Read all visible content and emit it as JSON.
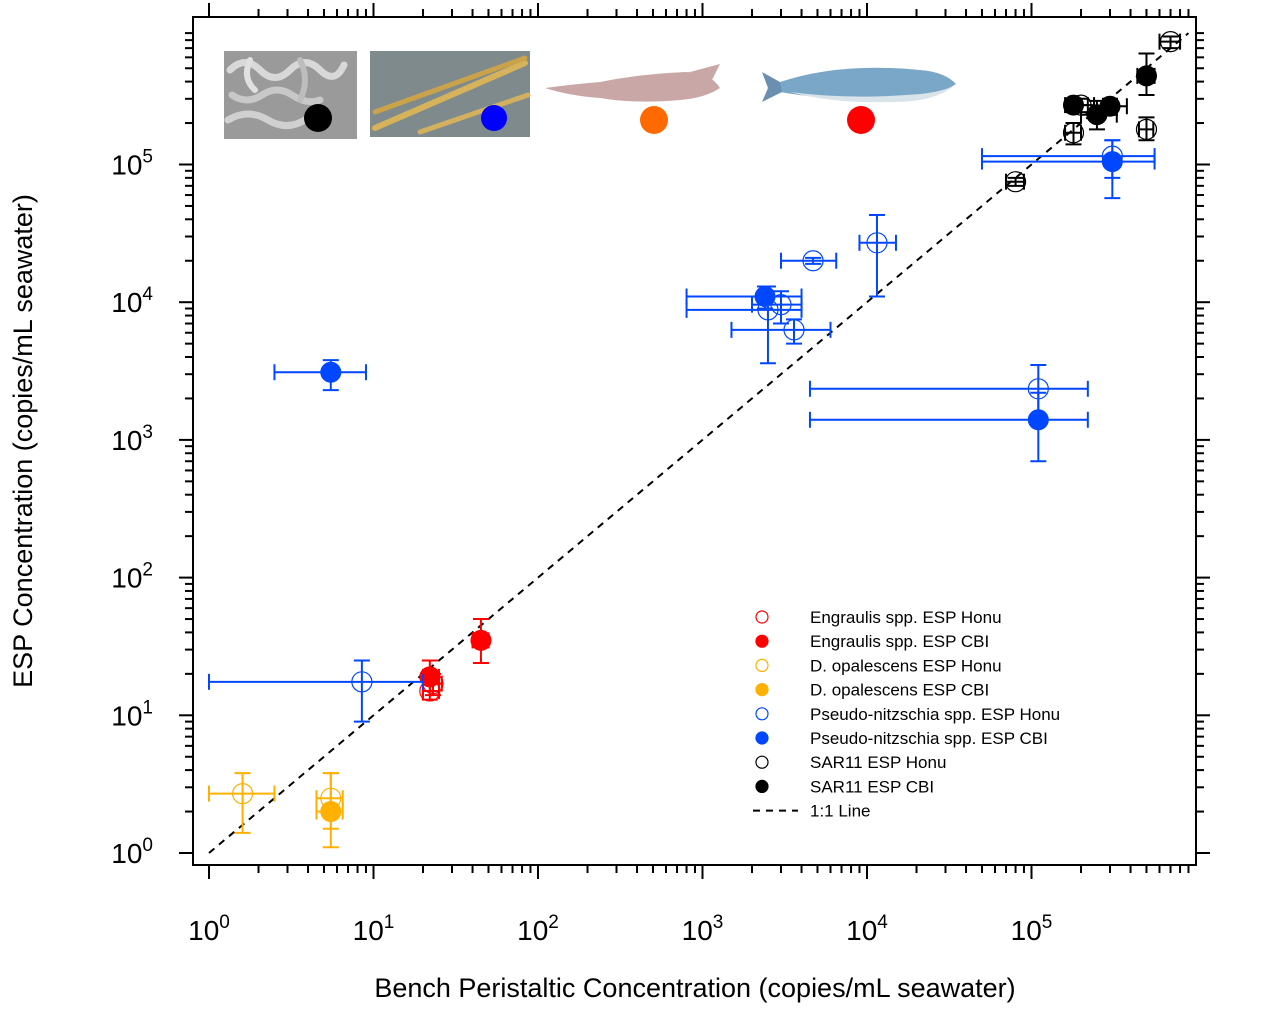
{
  "chart_data": {
    "type": "scatter",
    "xlabel": "Bench Peristaltic Concentration (copies/mL seawater)",
    "ylabel": "ESP Concentration (copies/mL seawater)",
    "xscale": "log",
    "yscale": "log",
    "xlim": [
      0.9,
      1000000
    ],
    "ylim": [
      0.75,
      1000000
    ],
    "x_ticks": [
      {
        "value": 1,
        "base": "10",
        "exp": "0"
      },
      {
        "value": 10,
        "base": "10",
        "exp": "1"
      },
      {
        "value": 100,
        "base": "10",
        "exp": "2"
      },
      {
        "value": 1000,
        "base": "10",
        "exp": "3"
      },
      {
        "value": 10000,
        "base": "10",
        "exp": "4"
      },
      {
        "value": 100000,
        "base": "10",
        "exp": "5"
      }
    ],
    "y_ticks": [
      {
        "value": 1,
        "base": "10",
        "exp": "0"
      },
      {
        "value": 10,
        "base": "10",
        "exp": "1"
      },
      {
        "value": 100,
        "base": "10",
        "exp": "2"
      },
      {
        "value": 1000,
        "base": "10",
        "exp": "3"
      },
      {
        "value": 10000,
        "base": "10",
        "exp": "4"
      },
      {
        "value": 100000,
        "base": "10",
        "exp": "5"
      }
    ],
    "grid": false,
    "legend_position": "bottom-right",
    "reference_line": {
      "name": "1:1 Line",
      "style": "dashed",
      "color": "#000000"
    },
    "series": [
      {
        "name": "Engraulis spp. ESP Honu",
        "color": "#ff0000",
        "filled": false,
        "points": [
          {
            "x": 22,
            "y": 15,
            "xerr": [
              20,
              25
            ],
            "yerr": [
              13,
              19
            ]
          },
          {
            "x": 23,
            "y": 17,
            "xerr": [
              20,
              26
            ],
            "yerr": [
              14,
              20
            ]
          }
        ]
      },
      {
        "name": "Engraulis spp. ESP CBI",
        "color": "#ff0000",
        "filled": true,
        "points": [
          {
            "x": 22,
            "y": 19,
            "xerr": [
              20,
              25
            ],
            "yerr": [
              15,
              25
            ]
          },
          {
            "x": 45,
            "y": 35,
            "xerr": [
              40,
              50
            ],
            "yerr": [
              24,
              50
            ]
          }
        ]
      },
      {
        "name": "D. opalescens ESP Honu",
        "color": "#ffb000",
        "filled": false,
        "points": [
          {
            "x": 1.6,
            "y": 2.7,
            "xerr": [
              1.0,
              2.5
            ],
            "yerr": [
              1.4,
              3.8
            ]
          },
          {
            "x": 5.5,
            "y": 2.5,
            "xerr": [
              4.5,
              6.5
            ],
            "yerr": [
              1.5,
              3.8
            ]
          }
        ]
      },
      {
        "name": "D. opalescens ESP CBI",
        "color": "#ffb000",
        "filled": true,
        "points": [
          {
            "x": 5.5,
            "y": 2.0,
            "xerr": [
              4.5,
              6.5
            ],
            "yerr": [
              1.1,
              3.8
            ]
          }
        ]
      },
      {
        "name": "Pseudo-nitzschia spp. ESP Honu",
        "color": "#0047ff",
        "filled": false,
        "points": [
          {
            "x": 8.5,
            "y": 17.5,
            "xerr": [
              1.0,
              20
            ],
            "yerr": [
              9,
              25
            ]
          },
          {
            "x": 2500,
            "y": 8800,
            "xerr": [
              800,
              4000
            ],
            "yerr": [
              3600,
              13000
            ]
          },
          {
            "x": 3000,
            "y": 9600,
            "xerr": [
              2000,
              4000
            ],
            "yerr": [
              7000,
              12000
            ]
          },
          {
            "x": 3600,
            "y": 6300,
            "xerr": [
              1500,
              6000
            ],
            "yerr": [
              5000,
              7500
            ]
          },
          {
            "x": 4700,
            "y": 20000,
            "xerr": [
              3000,
              6500
            ],
            "yerr": [
              19000,
              21000
            ]
          },
          {
            "x": 11500,
            "y": 27000,
            "xerr": [
              9000,
              15000
            ],
            "yerr": [
              11000,
              43000
            ]
          },
          {
            "x": 110000,
            "y": 2350,
            "xerr": [
              4500,
              220000
            ],
            "yerr": [
              1500,
              3500
            ]
          },
          {
            "x": 310000,
            "y": 115000,
            "xerr": [
              50000,
              560000
            ],
            "yerr": [
              80000,
              150000
            ]
          }
        ]
      },
      {
        "name": "Pseudo-nitzschia spp. ESP CBI",
        "color": "#0047ff",
        "filled": true,
        "points": [
          {
            "x": 5.5,
            "y": 3100,
            "xerr": [
              2.5,
              9
            ],
            "yerr": [
              2300,
              3800
            ]
          },
          {
            "x": 2400,
            "y": 11000,
            "xerr": [
              800,
              4000
            ],
            "yerr": [
              9000,
              13000
            ]
          },
          {
            "x": 110000,
            "y": 1400,
            "xerr": [
              4500,
              220000
            ],
            "yerr": [
              700,
              2200
            ]
          },
          {
            "x": 310000,
            "y": 105000,
            "xerr": [
              50000,
              560000
            ],
            "yerr": [
              57000,
              150000
            ]
          }
        ]
      },
      {
        "name": "SAR11 ESP Honu",
        "color": "#000000",
        "filled": false,
        "points": [
          {
            "x": 80000,
            "y": 75000,
            "xerr": [
              70000,
              90000
            ],
            "yerr": [
              70000,
              80000
            ]
          },
          {
            "x": 180000,
            "y": 170000,
            "xerr": [
              160000,
              200000
            ],
            "yerr": [
              140000,
              200000
            ]
          },
          {
            "x": 200000,
            "y": 270000,
            "xerr": [
              170000,
              240000
            ],
            "yerr": [
              240000,
              300000
            ]
          },
          {
            "x": 500000,
            "y": 180000,
            "xerr": [
              450000,
              550000
            ],
            "yerr": [
              150000,
              220000
            ]
          },
          {
            "x": 700000,
            "y": 780000,
            "xerr": [
              600000,
              800000
            ],
            "yerr": [
              700000,
              850000
            ]
          }
        ]
      },
      {
        "name": "SAR11 ESP CBI",
        "color": "#000000",
        "filled": true,
        "points": [
          {
            "x": 180000,
            "y": 270000,
            "xerr": [
              160000,
              220000
            ],
            "yerr": [
              240000,
              300000
            ]
          },
          {
            "x": 250000,
            "y": 230000,
            "xerr": [
              200000,
              330000
            ],
            "yerr": [
              180000,
              290000
            ]
          },
          {
            "x": 300000,
            "y": 265000,
            "xerr": [
              240000,
              380000
            ],
            "yerr": [
              230000,
              300000
            ]
          },
          {
            "x": 500000,
            "y": 440000,
            "xerr": [
              440000,
              560000
            ],
            "yerr": [
              320000,
              640000
            ]
          }
        ]
      }
    ]
  },
  "images": [
    {
      "name": "sar11-micrograph",
      "marker_color": "#000000"
    },
    {
      "name": "pseudo-nitzschia-micrograph",
      "marker_color": "#0000ff"
    },
    {
      "name": "squid-illustration",
      "marker_color": "#ff6a00"
    },
    {
      "name": "anchovy-illustration",
      "marker_color": "#ff0000"
    }
  ]
}
